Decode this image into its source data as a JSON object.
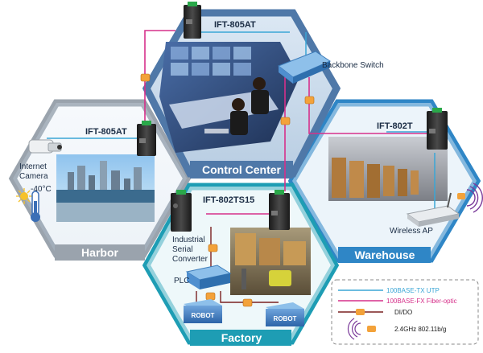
{
  "zones": {
    "control_center": "Control Center",
    "harbor": "Harbor",
    "warehouse": "Warehouse",
    "factory": "Factory"
  },
  "devices": {
    "ift_805at_top": "IFT-805AT",
    "ift_805at_left": "IFT-805AT",
    "ift_802t": "IFT-802T",
    "ift_802ts15": "IFT-802TS15",
    "backbone_switch": "Backbone Switch",
    "internet_camera_line1": "Internet",
    "internet_camera_line2": "Camera",
    "temperature": "-40°C",
    "wireless_ap": "Wireless AP",
    "serial_line1": "Industrial",
    "serial_line2": "Serial",
    "serial_line3": "Converter",
    "plc": "PLC",
    "robot_1": "ROBOT",
    "robot_2": "ROBOT"
  },
  "legend": {
    "utp": "100BASE-TX UTP",
    "fiber": "100BASE-FX Fiber-optic",
    "dido": "DI/DO",
    "wireless": "2.4GHz 802.11b/g"
  },
  "colors": {
    "utp": "#3aa6d6",
    "fiber": "#d6308a",
    "dido": "#7a2020",
    "hex_control": "#4f78a8",
    "hex_harbor": "#9aa3ad",
    "hex_warehouse": "#2f86c6",
    "hex_factory": "#1e9db4"
  },
  "icons": {
    "converter": "media-converter-icon",
    "camera": "camera-icon",
    "sun": "sun-icon",
    "thermometer": "thermometer-icon",
    "switch": "switch-icon",
    "router": "wireless-router-icon",
    "robot": "robot-icon",
    "plc": "plc-icon",
    "wifi": "wifi-waves-icon"
  }
}
